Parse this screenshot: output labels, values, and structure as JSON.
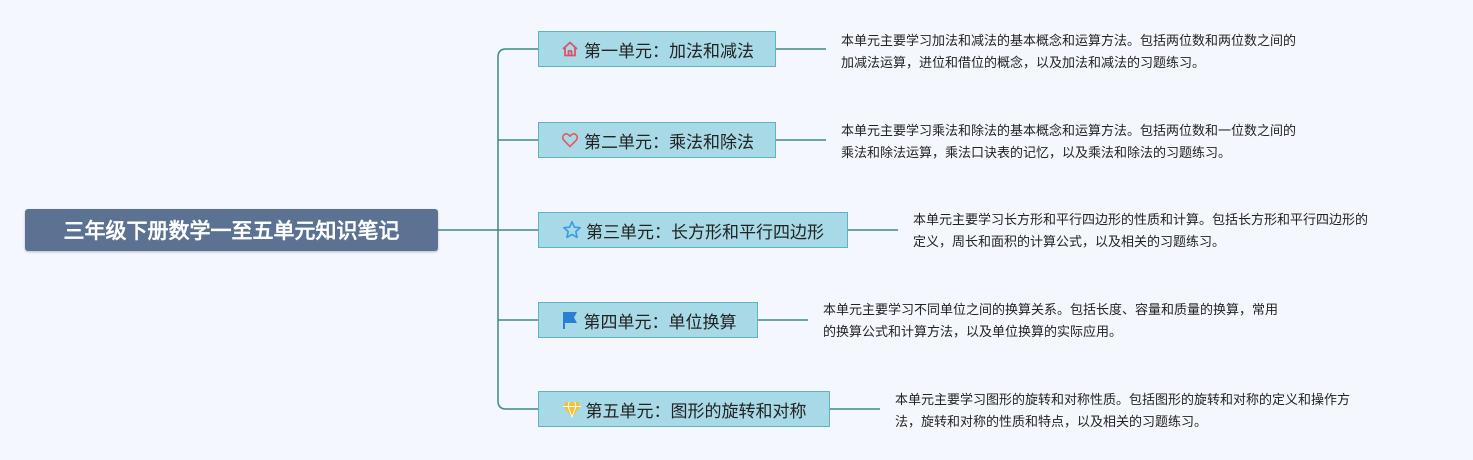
{
  "root": {
    "title": "三年级下册数学一至五单元知识笔记"
  },
  "branches": [
    {
      "title": "第一单元：加法和减法",
      "icon": "home-icon",
      "note": [
        "本单元主要学习加法和减法的基本概念和运算方法。包括两位数和两位数之间的",
        "加减法运算，进位和借位的概念，以及加法和减法的习题练习。"
      ]
    },
    {
      "title": "第二单元：乘法和除法",
      "icon": "heart-icon",
      "note": [
        "本单元主要学习乘法和除法的基本概念和运算方法。包括两位数和一位数之间的",
        "乘法和除法运算，乘法口诀表的记忆，以及乘法和除法的习题练习。"
      ]
    },
    {
      "title": "第三单元：长方形和平行四边形",
      "icon": "star-icon",
      "note": [
        "本单元主要学习长方形和平行四边形的性质和计算。包括长方形和平行四边形的",
        "定义，周长和面积的计算公式，以及相关的习题练习。"
      ]
    },
    {
      "title": "第四单元：单位换算",
      "icon": "flag-icon",
      "note": [
        "本单元主要学习不同单位之间的换算关系。包括长度、容量和质量的换算，常用",
        "的换算公式和计算方法，以及单位换算的实际应用。"
      ]
    },
    {
      "title": "第五单元：图形的旋转和对称",
      "icon": "diamond-icon",
      "note": [
        "本单元主要学习图形的旋转和对称性质。包括图形的旋转和对称的定义和操作方",
        "法，旋转和对称的性质和特点，以及相关的习题练习。"
      ]
    }
  ],
  "colors": {
    "background": "#f4f7fd",
    "root_fill": "#5b7293",
    "branch_fill": "#a7d9e6",
    "branch_border": "#5eb3c4",
    "connector": "#3f8a80",
    "home": "#e0506a",
    "heart": "#e05a5a",
    "star": "#3a9be0",
    "flag": "#2a7fd4",
    "diamond": "#f2c23a"
  }
}
